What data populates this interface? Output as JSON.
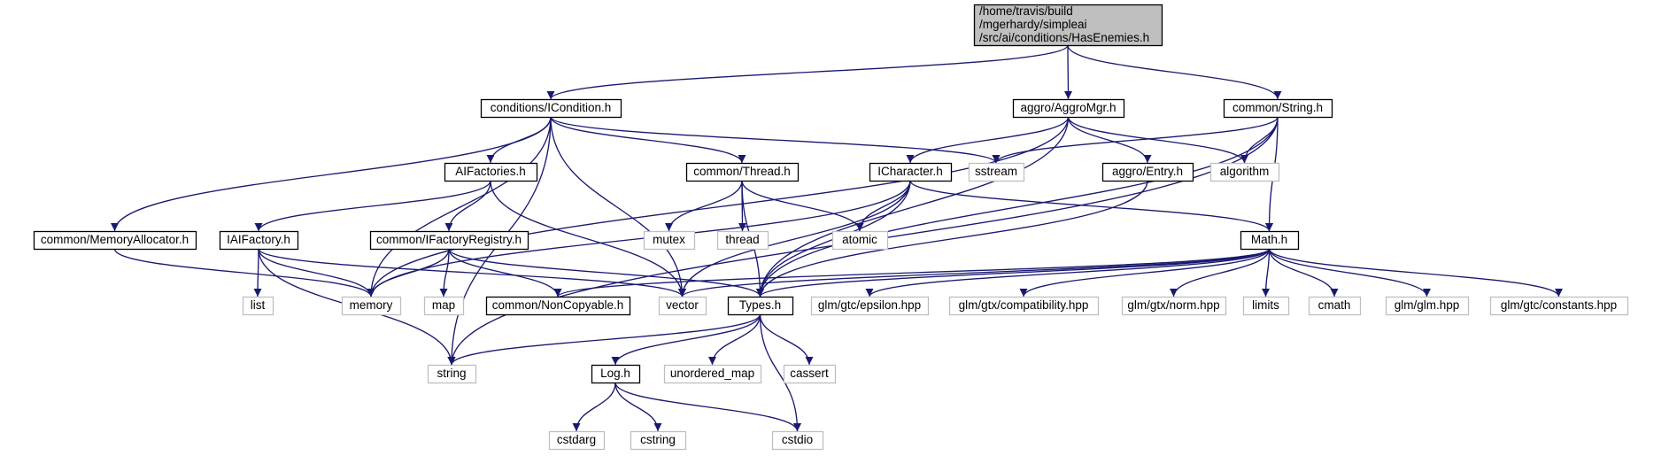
{
  "nodes": [
    {
      "id": "root",
      "kind": "root",
      "lines": [
        "/home/travis/build",
        "/mgerhardy/simpleai",
        "/src/ai/conditions/HasEnemies.h"
      ]
    },
    {
      "id": "icondition",
      "kind": "doc",
      "lines": [
        "conditions/ICondition.h"
      ]
    },
    {
      "id": "aggromgr",
      "kind": "doc",
      "lines": [
        "aggro/AggroMgr.h"
      ]
    },
    {
      "id": "string_h",
      "kind": "doc",
      "lines": [
        "common/String.h"
      ]
    },
    {
      "id": "aifactories",
      "kind": "doc",
      "lines": [
        "AIFactories.h"
      ]
    },
    {
      "id": "thread_h",
      "kind": "doc",
      "lines": [
        "common/Thread.h"
      ]
    },
    {
      "id": "icharacter",
      "kind": "doc",
      "lines": [
        "ICharacter.h"
      ]
    },
    {
      "id": "entry_h",
      "kind": "doc",
      "lines": [
        "aggro/Entry.h"
      ]
    },
    {
      "id": "memalloc",
      "kind": "doc",
      "lines": [
        "common/MemoryAllocator.h"
      ]
    },
    {
      "id": "iaifactory",
      "kind": "doc",
      "lines": [
        "IAIFactory.h"
      ]
    },
    {
      "id": "ifactoryreg",
      "kind": "doc",
      "lines": [
        "common/IFactoryRegistry.h"
      ]
    },
    {
      "id": "math_h",
      "kind": "doc",
      "lines": [
        "Math.h"
      ]
    },
    {
      "id": "noncopyable",
      "kind": "doc",
      "lines": [
        "common/NonCopyable.h"
      ]
    },
    {
      "id": "types_h",
      "kind": "doc",
      "lines": [
        "Types.h"
      ]
    },
    {
      "id": "log_h",
      "kind": "doc",
      "lines": [
        "Log.h"
      ]
    },
    {
      "id": "sstream",
      "kind": "sys",
      "lines": [
        "sstream"
      ]
    },
    {
      "id": "algorithm",
      "kind": "sys",
      "lines": [
        "algorithm"
      ]
    },
    {
      "id": "mutex",
      "kind": "sys",
      "lines": [
        "mutex"
      ]
    },
    {
      "id": "thread",
      "kind": "sys",
      "lines": [
        "thread"
      ]
    },
    {
      "id": "atomic",
      "kind": "sys",
      "lines": [
        "atomic"
      ]
    },
    {
      "id": "list",
      "kind": "sys",
      "lines": [
        "list"
      ]
    },
    {
      "id": "memory",
      "kind": "sys",
      "lines": [
        "memory"
      ]
    },
    {
      "id": "map",
      "kind": "sys",
      "lines": [
        "map"
      ]
    },
    {
      "id": "vector",
      "kind": "sys",
      "lines": [
        "vector"
      ]
    },
    {
      "id": "epsilon",
      "kind": "sys",
      "lines": [
        "glm/gtc/epsilon.hpp"
      ]
    },
    {
      "id": "compat",
      "kind": "sys",
      "lines": [
        "glm/gtx/compatibility.hpp"
      ]
    },
    {
      "id": "norm",
      "kind": "sys",
      "lines": [
        "glm/gtx/norm.hpp"
      ]
    },
    {
      "id": "limits",
      "kind": "sys",
      "lines": [
        "limits"
      ]
    },
    {
      "id": "cmath",
      "kind": "sys",
      "lines": [
        "cmath"
      ]
    },
    {
      "id": "glmhpp",
      "kind": "sys",
      "lines": [
        "glm/glm.hpp"
      ]
    },
    {
      "id": "constants",
      "kind": "sys",
      "lines": [
        "glm/gtc/constants.hpp"
      ]
    },
    {
      "id": "string",
      "kind": "sys",
      "lines": [
        "string"
      ]
    },
    {
      "id": "unordered_map",
      "kind": "sys",
      "lines": [
        "unordered_map"
      ]
    },
    {
      "id": "cassert",
      "kind": "sys",
      "lines": [
        "cassert"
      ]
    },
    {
      "id": "cstdarg",
      "kind": "sys",
      "lines": [
        "cstdarg"
      ]
    },
    {
      "id": "cstring",
      "kind": "sys",
      "lines": [
        "cstring"
      ]
    },
    {
      "id": "cstdio",
      "kind": "sys",
      "lines": [
        "cstdio"
      ]
    }
  ],
  "edges": [
    [
      "root",
      "icondition"
    ],
    [
      "root",
      "aggromgr"
    ],
    [
      "root",
      "string_h"
    ],
    [
      "icondition",
      "aifactories"
    ],
    [
      "icondition",
      "thread_h"
    ],
    [
      "icondition",
      "memalloc"
    ],
    [
      "icondition",
      "memory"
    ],
    [
      "icondition",
      "vector"
    ],
    [
      "icondition",
      "string"
    ],
    [
      "icondition",
      "sstream"
    ],
    [
      "aggromgr",
      "icharacter"
    ],
    [
      "aggromgr",
      "entry_h"
    ],
    [
      "aggromgr",
      "algorithm"
    ],
    [
      "aggromgr",
      "memory"
    ],
    [
      "aggromgr",
      "types_h"
    ],
    [
      "string_h",
      "math_h"
    ],
    [
      "string_h",
      "sstream"
    ],
    [
      "string_h",
      "algorithm"
    ],
    [
      "string_h",
      "types_h"
    ],
    [
      "string_h",
      "string"
    ],
    [
      "aifactories",
      "iaifactory"
    ],
    [
      "aifactories",
      "ifactoryreg"
    ],
    [
      "aifactories",
      "vector"
    ],
    [
      "thread_h",
      "mutex"
    ],
    [
      "thread_h",
      "thread"
    ],
    [
      "thread_h",
      "atomic"
    ],
    [
      "thread_h",
      "types_h"
    ],
    [
      "icharacter",
      "atomic"
    ],
    [
      "icharacter",
      "math_h"
    ],
    [
      "icharacter",
      "memory"
    ],
    [
      "icharacter",
      "vector"
    ],
    [
      "icharacter",
      "types_h"
    ],
    [
      "entry_h",
      "types_h"
    ],
    [
      "memalloc",
      "memory"
    ],
    [
      "iaifactory",
      "list"
    ],
    [
      "iaifactory",
      "memory"
    ],
    [
      "iaifactory",
      "string"
    ],
    [
      "iaifactory",
      "vector"
    ],
    [
      "ifactoryreg",
      "memory"
    ],
    [
      "ifactoryreg",
      "map"
    ],
    [
      "ifactoryreg",
      "noncopyable"
    ],
    [
      "ifactoryreg",
      "types_h"
    ],
    [
      "math_h",
      "epsilon"
    ],
    [
      "math_h",
      "compat"
    ],
    [
      "math_h",
      "norm"
    ],
    [
      "math_h",
      "limits"
    ],
    [
      "math_h",
      "cmath"
    ],
    [
      "math_h",
      "glmhpp"
    ],
    [
      "math_h",
      "constants"
    ],
    [
      "math_h",
      "types_h"
    ],
    [
      "math_h",
      "noncopyable"
    ],
    [
      "math_h",
      "vector"
    ],
    [
      "types_h",
      "string"
    ],
    [
      "types_h",
      "log_h"
    ],
    [
      "types_h",
      "unordered_map"
    ],
    [
      "types_h",
      "cassert"
    ],
    [
      "types_h",
      "cstdio"
    ],
    [
      "log_h",
      "cstdarg"
    ],
    [
      "log_h",
      "cstring"
    ],
    [
      "log_h",
      "cstdio"
    ]
  ]
}
